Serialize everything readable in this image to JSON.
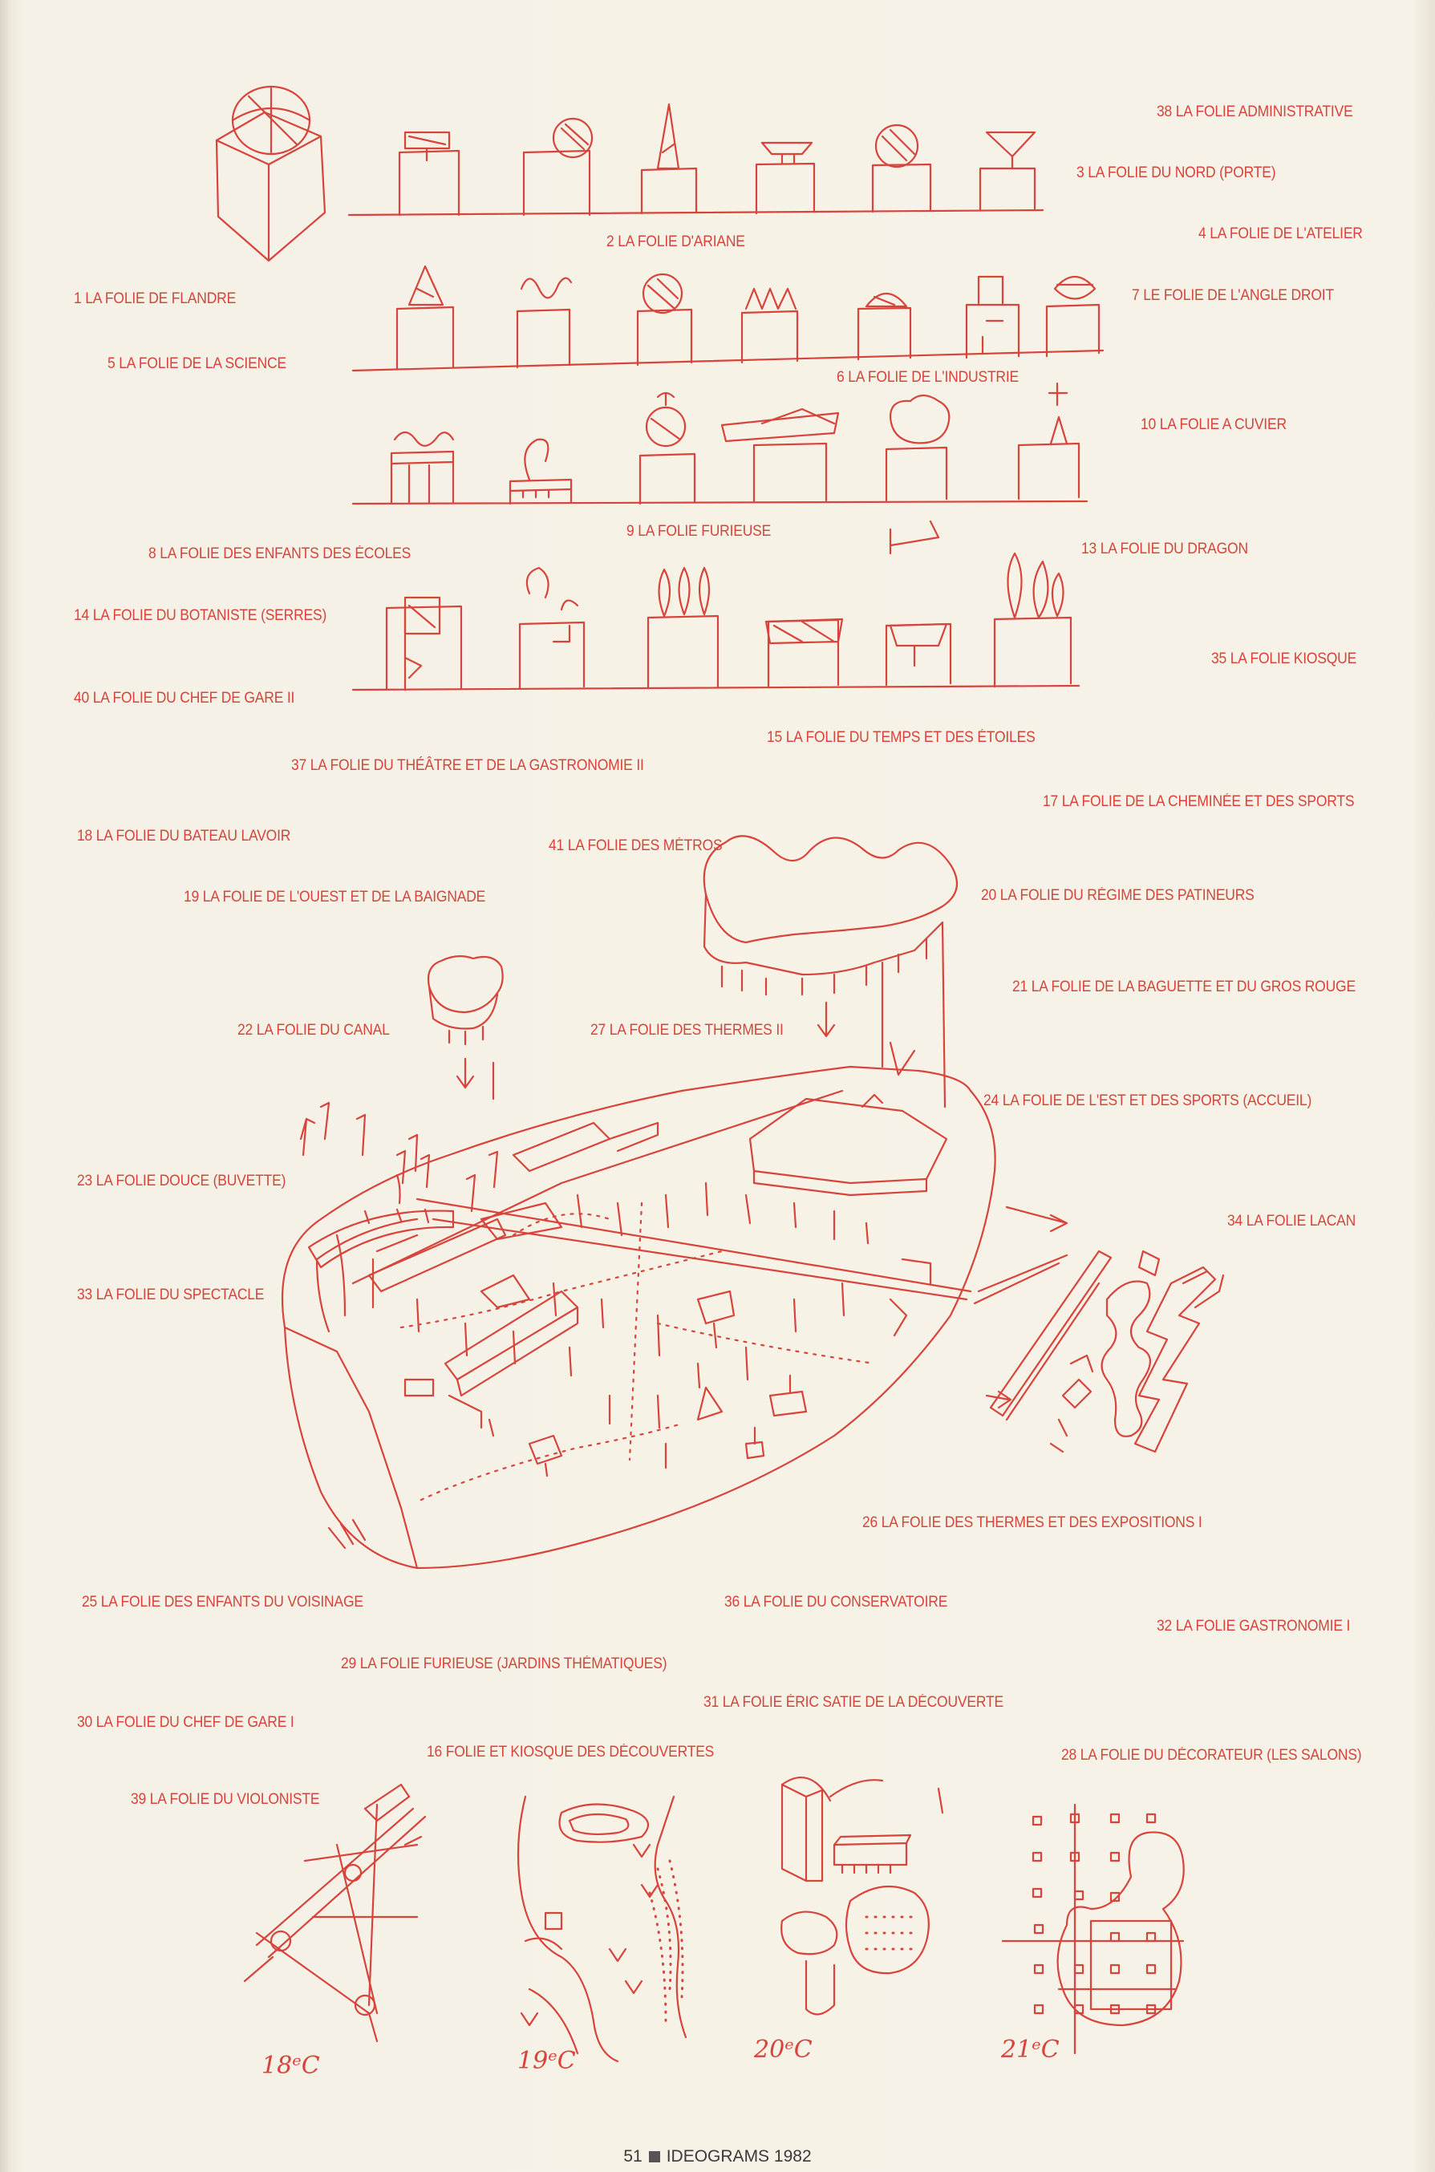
{
  "labels": {
    "l38": "38 LA FOLIE ADMINISTRATIVE",
    "l3": "3 LA FOLIE DU NORD (PORTE)",
    "l4": "4 LA FOLIE DE L'ATELIER",
    "l2": "2 LA FOLIE D'ARIANE",
    "l1": "1 LA FOLIE DE FLANDRE",
    "l7": "7 LE FOLIE DE L'ANGLE DROIT",
    "l5": "5 LA FOLIE DE LA SCIENCE",
    "l6": "6 LA FOLIE DE L'INDUSTRIE",
    "l10": "10 LA FOLIE A CUVIER",
    "l9": "9 LA FOLIE FURIEUSE",
    "l8": "8 LA FOLIE DES ENFANTS DES ÉCOLES",
    "l13": "13 LA FOLIE DU DRAGON",
    "l14": "14 LA FOLIE DU BOTANISTE (SERRES)",
    "l35": "35 LA FOLIE KIOSQUE",
    "l40": "40 LA FOLIE DU CHEF DE GARE II",
    "l15": "15 LA FOLIE DU TEMPS ET DES ÉTOILES",
    "l37": "37 LA FOLIE DU THÉÂTRE ET DE LA GASTRONOMIE II",
    "l17": "17 LA FOLIE DE LA CHEMINÉE ET DES SPORTS",
    "l18": "18 LA FOLIE DU BATEAU LAVOIR",
    "l41": "41 LA FOLIE DES MÉTROS",
    "l19": "19 LA FOLIE DE L'OUEST ET DE LA BAIGNADE",
    "l20": "20 LA FOLIE DU RÉGIME DES PATINEURS",
    "l21": "21 LA FOLIE DE LA BAGUETTE ET DU GROS ROUGE",
    "l22": "22 LA FOLIE DU CANAL",
    "l27": "27 LA FOLIE DES THERMES II",
    "l24": "24 LA FOLIE DE L'EST ET DES SPORTS (ACCUEIL)",
    "l23": "23 LA FOLIE DOUCE (BUVETTE)",
    "l34": "34 LA FOLIE LACAN",
    "l33": "33 LA FOLIE DU SPECTACLE",
    "l26": "26 LA FOLIE DES THERMES ET DES EXPOSITIONS I",
    "l25": "25 LA FOLIE DES ENFANTS DU VOISINAGE",
    "l36": "36 LA FOLIE DU CONSERVATOIRE",
    "l32": "32 LA FOLIE GASTRONOMIE I",
    "l29": "29 LA FOLIE FURIEUSE (JARDINS THÉMATIQUES)",
    "l31": "31 LA FOLIE ÉRIC SATIE DE LA DÉCOUVERTE",
    "l30": "30 LA FOLIE DU CHEF DE GARE I",
    "l16": "16 FOLIE ET KIOSQUE DES DÉCOUVERTES",
    "l28": "28 LA FOLIE DU DÉCORATEUR (LES SALONS)",
    "l39": "39 LA FOLIE DU VIOLONISTE"
  },
  "centuries": {
    "c18": "18ᵉC",
    "c19": "19ᵉC",
    "c20": "20ᵉC",
    "c21": "21ᵉC"
  },
  "footer": {
    "page": "51",
    "title": "IDEOGRAMS 1982"
  },
  "colors": {
    "ink": "#d8433b",
    "paper": "#f5f1e6",
    "footer_text": "#3a3a3a"
  }
}
